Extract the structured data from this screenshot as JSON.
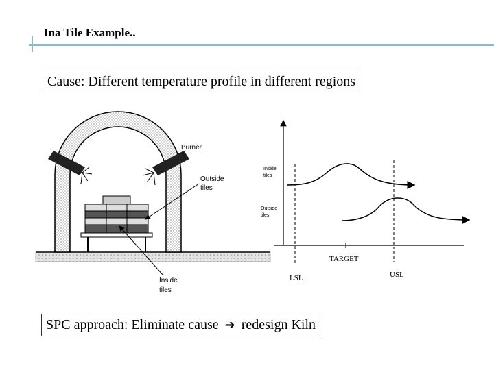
{
  "slide": {
    "title": "Ina Tile Example..",
    "cause_text": "Cause: Different temperature profile in different regions",
    "spc_text_before": "SPC approach: Eliminate cause",
    "spc_arrow_icon": "right-arrow-icon",
    "spc_text_after": "redesign Kiln"
  },
  "kiln": {
    "burner_label": "Burner",
    "outside_label_1": "Outside",
    "outside_label_2": "tiles",
    "inside_label_1": "Inside",
    "inside_label_2": "tiles"
  },
  "distribution": {
    "inside_label_1": "Inside",
    "inside_label_2": "tiles",
    "outside_label_1": "Outside",
    "outside_label_2": "tiles",
    "target_label": "TARGET",
    "lsl_label": "LSL",
    "usl_label": "USL"
  },
  "colors": {
    "accent_rule": "#8fb8c6"
  }
}
